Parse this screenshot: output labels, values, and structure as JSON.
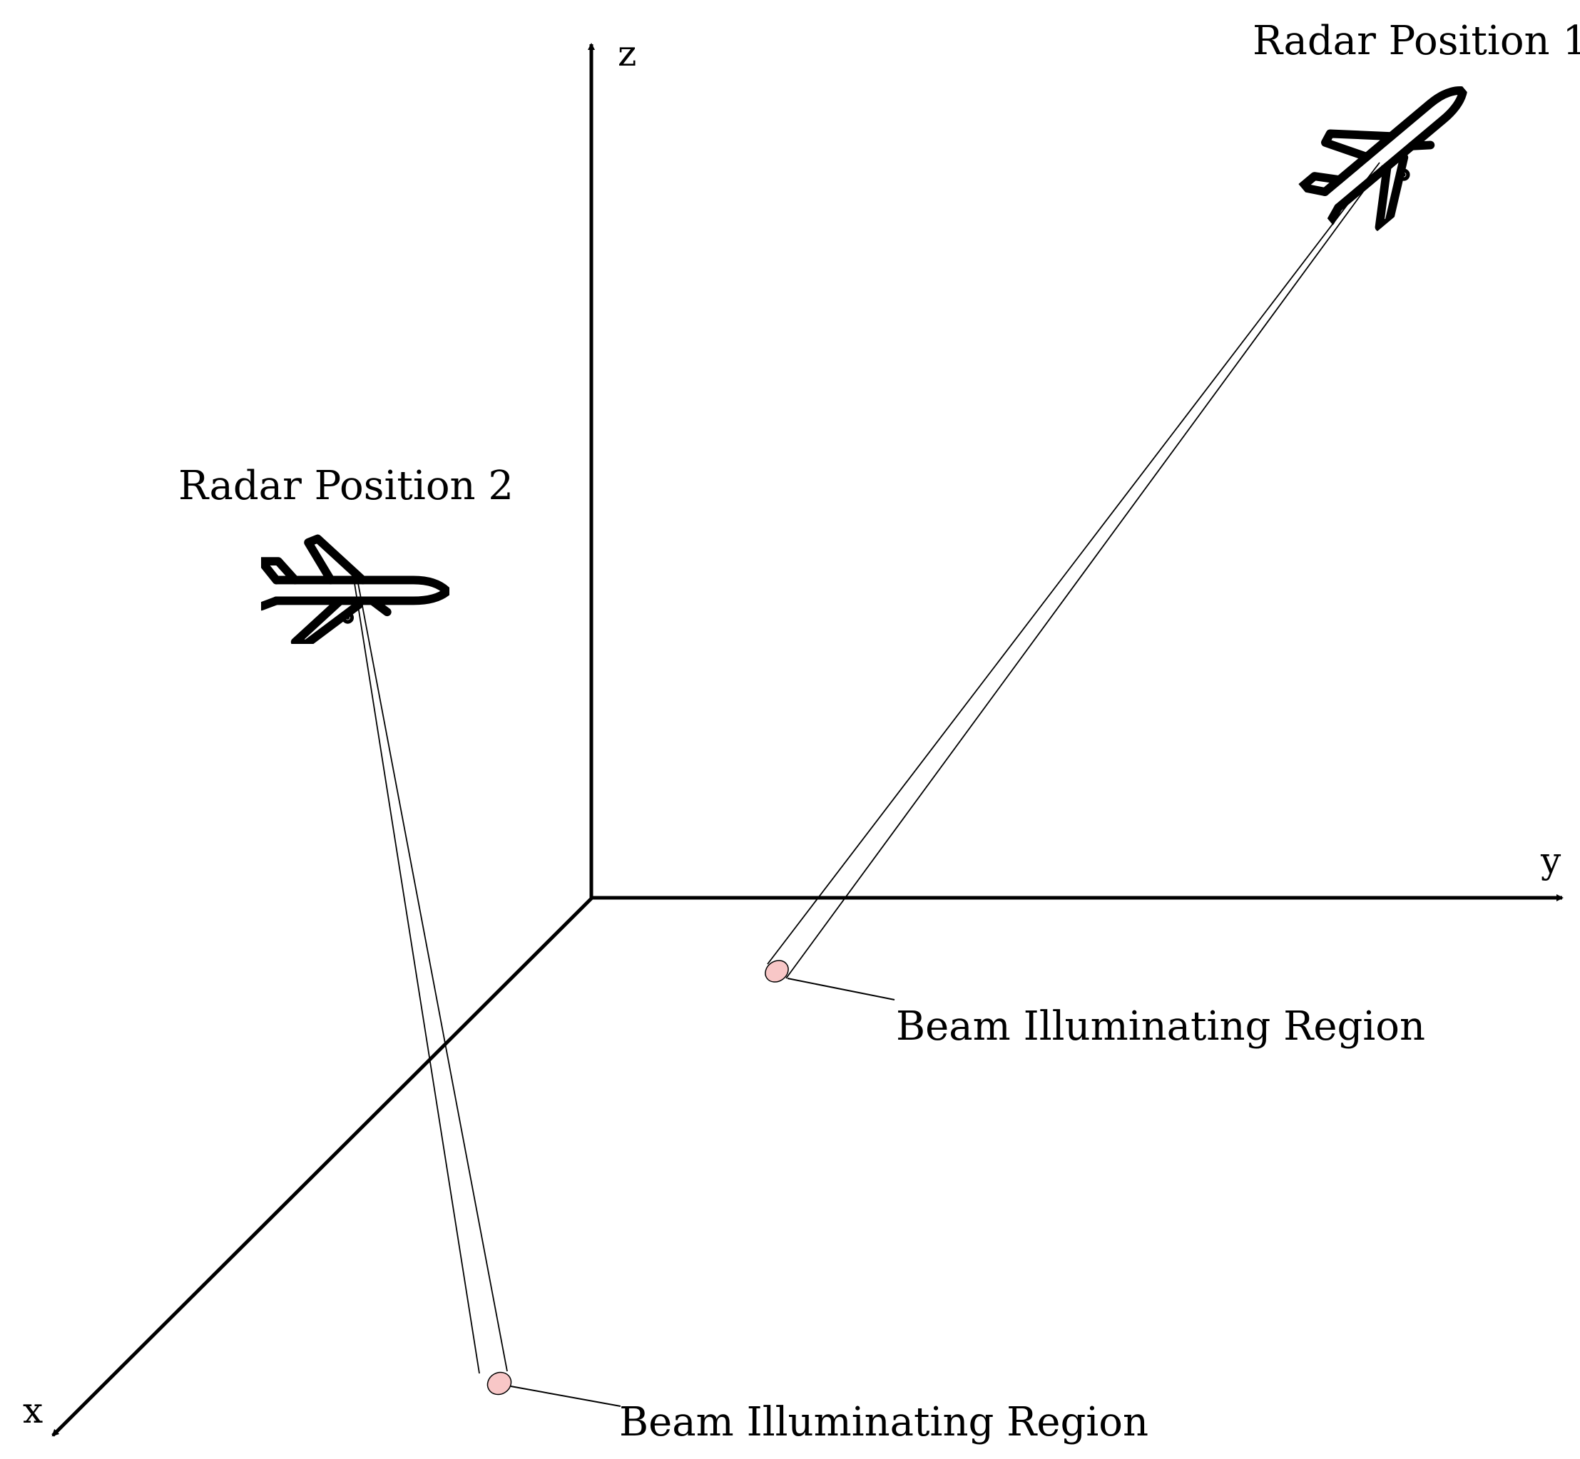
{
  "axes": {
    "x_label": "x",
    "y_label": "y",
    "z_label": "z"
  },
  "radars": [
    {
      "label": "Radar Position 1",
      "icon": "airplane-icon"
    },
    {
      "label": "Radar Position 2",
      "icon": "airplane-icon"
    }
  ],
  "beam_regions": [
    {
      "label": "Beam Illuminating Region"
    },
    {
      "label": "Beam Illuminating Region"
    }
  ],
  "colors": {
    "line": "#000000",
    "illuminated_region": "#f8c7c7"
  }
}
